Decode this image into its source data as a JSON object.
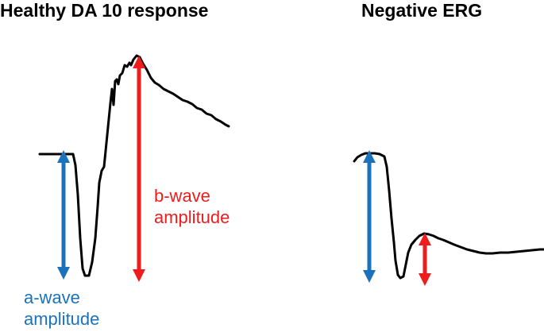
{
  "titles": {
    "left": "Healthy DA 10 response",
    "right": "Negative ERG"
  },
  "labels": {
    "b_wave": [
      "b-wave",
      "amplitude"
    ],
    "a_wave": [
      "a-wave",
      "amplitude"
    ]
  },
  "colors": {
    "trace": "#000000",
    "a_wave": "#1a72bb",
    "b_wave": "#ee1c1c"
  }
}
